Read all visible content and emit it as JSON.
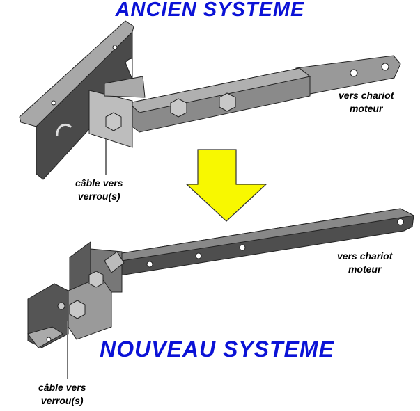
{
  "titles": {
    "old": "ANCIEN SYSTEME",
    "new": "NOUVEAU SYSTEME"
  },
  "labels": {
    "old_carriage": [
      "vers chariot",
      "moteur"
    ],
    "old_cable": [
      "câble vers",
      "verrou(s)"
    ],
    "new_carriage": [
      "vers chariot",
      "moteur"
    ],
    "new_cable": [
      "câble vers",
      "verrou(s)"
    ]
  },
  "colors": {
    "title": "#0b12d6",
    "arrow": "#f8f800",
    "metal_light": "#b4b4b4",
    "metal_dark": "#4a4a4a"
  }
}
